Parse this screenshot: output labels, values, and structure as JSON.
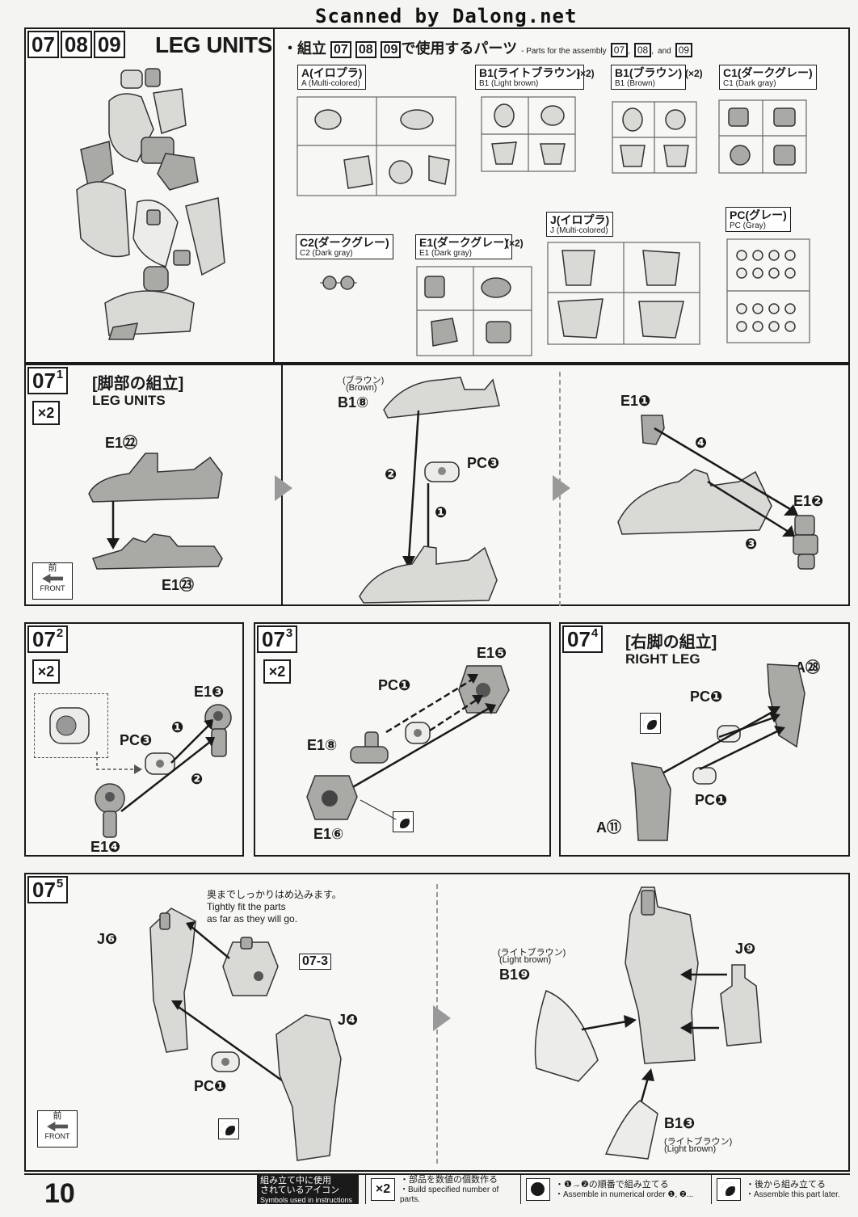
{
  "watermark": "Scanned by Dalong.net",
  "header": {
    "steps": [
      "07",
      "08",
      "09"
    ],
    "title": "LEG UNITS",
    "parts_heading_bullet": "・",
    "parts_heading_jp_pre": "組立",
    "parts_heading_jp_post": "で使用するパーツ",
    "parts_heading_en": "- Parts for the assembly",
    "parts_heading_en_and": "and"
  },
  "runners": [
    {
      "id": "A",
      "jp": "A(イロプラ)",
      "en": "A (Multi-colored)",
      "mult": ""
    },
    {
      "id": "B1a",
      "jp": "B1(ライトブラウン)",
      "en": "B1 (Light brown)",
      "mult": "(×2)"
    },
    {
      "id": "B1b",
      "jp": "B1(ブラウン)",
      "en": "B1 (Brown)",
      "mult": "(×2)"
    },
    {
      "id": "C1",
      "jp": "C1(ダークグレー)",
      "en": "C1 (Dark gray)",
      "mult": ""
    },
    {
      "id": "C2",
      "jp": "C2(ダークグレー)",
      "en": "C2 (Dark gray)",
      "mult": ""
    },
    {
      "id": "E1",
      "jp": "E1(ダークグレー)",
      "en": "E1 (Dark gray)",
      "mult": "(×2)"
    },
    {
      "id": "J",
      "jp": "J(イロプラ)",
      "en": "J (Multi-colored)",
      "mult": ""
    },
    {
      "id": "PC",
      "jp": "PC(グレー)",
      "en": "PC (Gray)",
      "mult": ""
    }
  ],
  "step071": {
    "num": "07",
    "sub": "1",
    "title_jp": "[脚部の組立]",
    "title_en": "LEG UNITS",
    "multiplier": "×2",
    "p_e1_22": "E1",
    "n22": "㉒",
    "p_e1_23": "E1",
    "n23": "㉓",
    "brown_jp": "(ブラウン)",
    "brown_en": "(Brown)",
    "p_b1": "B1",
    "n8": "⑧",
    "p_pc3": "PC",
    "n3": "❸",
    "s1": "❶",
    "s2": "❷",
    "p_e1_1": "E1",
    "n1": "❶",
    "p_e1_2": "E1",
    "n2": "❷",
    "s3": "❸",
    "s4": "❹"
  },
  "front": {
    "jp": "前",
    "en": "FRONT"
  },
  "step072": {
    "num": "07",
    "sub": "2",
    "multiplier": "×2",
    "p_e1_3": "E1",
    "n3": "❸",
    "p_pc3": "PC",
    "np3": "❸",
    "p_e1_4": "E1",
    "n4": "❹",
    "s1": "❶",
    "s2": "❷"
  },
  "step073": {
    "num": "07",
    "sub": "3",
    "multiplier": "×2",
    "p_e1_5": "E1",
    "n5": "❺",
    "p_pc1": "PC",
    "np1": "❶",
    "p_e1_8": "E1",
    "n8": "⑧",
    "p_e1_6": "E1",
    "n6": "⑥"
  },
  "step074": {
    "num": "07",
    "sub": "4",
    "title_jp": "[右脚の組立]",
    "title_en": "RIGHT LEG",
    "p_a28": "A",
    "n28": "㉘",
    "p_pc1a": "PC",
    "n1a": "❶",
    "p_pc1b": "PC",
    "n1b": "❶",
    "p_a11": "A",
    "n11": "⑪"
  },
  "step075": {
    "num": "07",
    "sub": "5",
    "note_jp": "奥までしっかりはめ込みます。",
    "note_en1": "Tightly fit the parts",
    "note_en2": "as far as they will go.",
    "ref": "07-3",
    "p_j6": "J",
    "n6": "❻",
    "p_j4": "J",
    "n4": "❹",
    "p_pc1": "PC",
    "np1": "❶",
    "lb_jp": "(ライトブラウン)",
    "lb_en": "(Light brown)",
    "p_b19": "B1",
    "n9": "❾",
    "p_j9": "J",
    "nj9": "❾",
    "p_b13": "B1",
    "n3": "❸",
    "lb2_jp": "(ライトブラウン)",
    "lb2_en": "(Light brown)"
  },
  "footer": {
    "page": "10",
    "legend_head_jp1": "組み立て中に使用",
    "legend_head_jp2": "されているアイコン",
    "legend_head_en": "Symbols used in instructions",
    "icon1": "×2",
    "i1_jp": "・部品を数値の個数作る",
    "i1_en": "・Build specified number of parts.",
    "icon2": "1",
    "i2_jp": "・❶→❷の順番で組み立てる",
    "i2_en": "・Assemble in numerical order ❶, ❷...",
    "i3_jp": "・後から組み立てる",
    "i3_en": "・Assemble this part later."
  }
}
